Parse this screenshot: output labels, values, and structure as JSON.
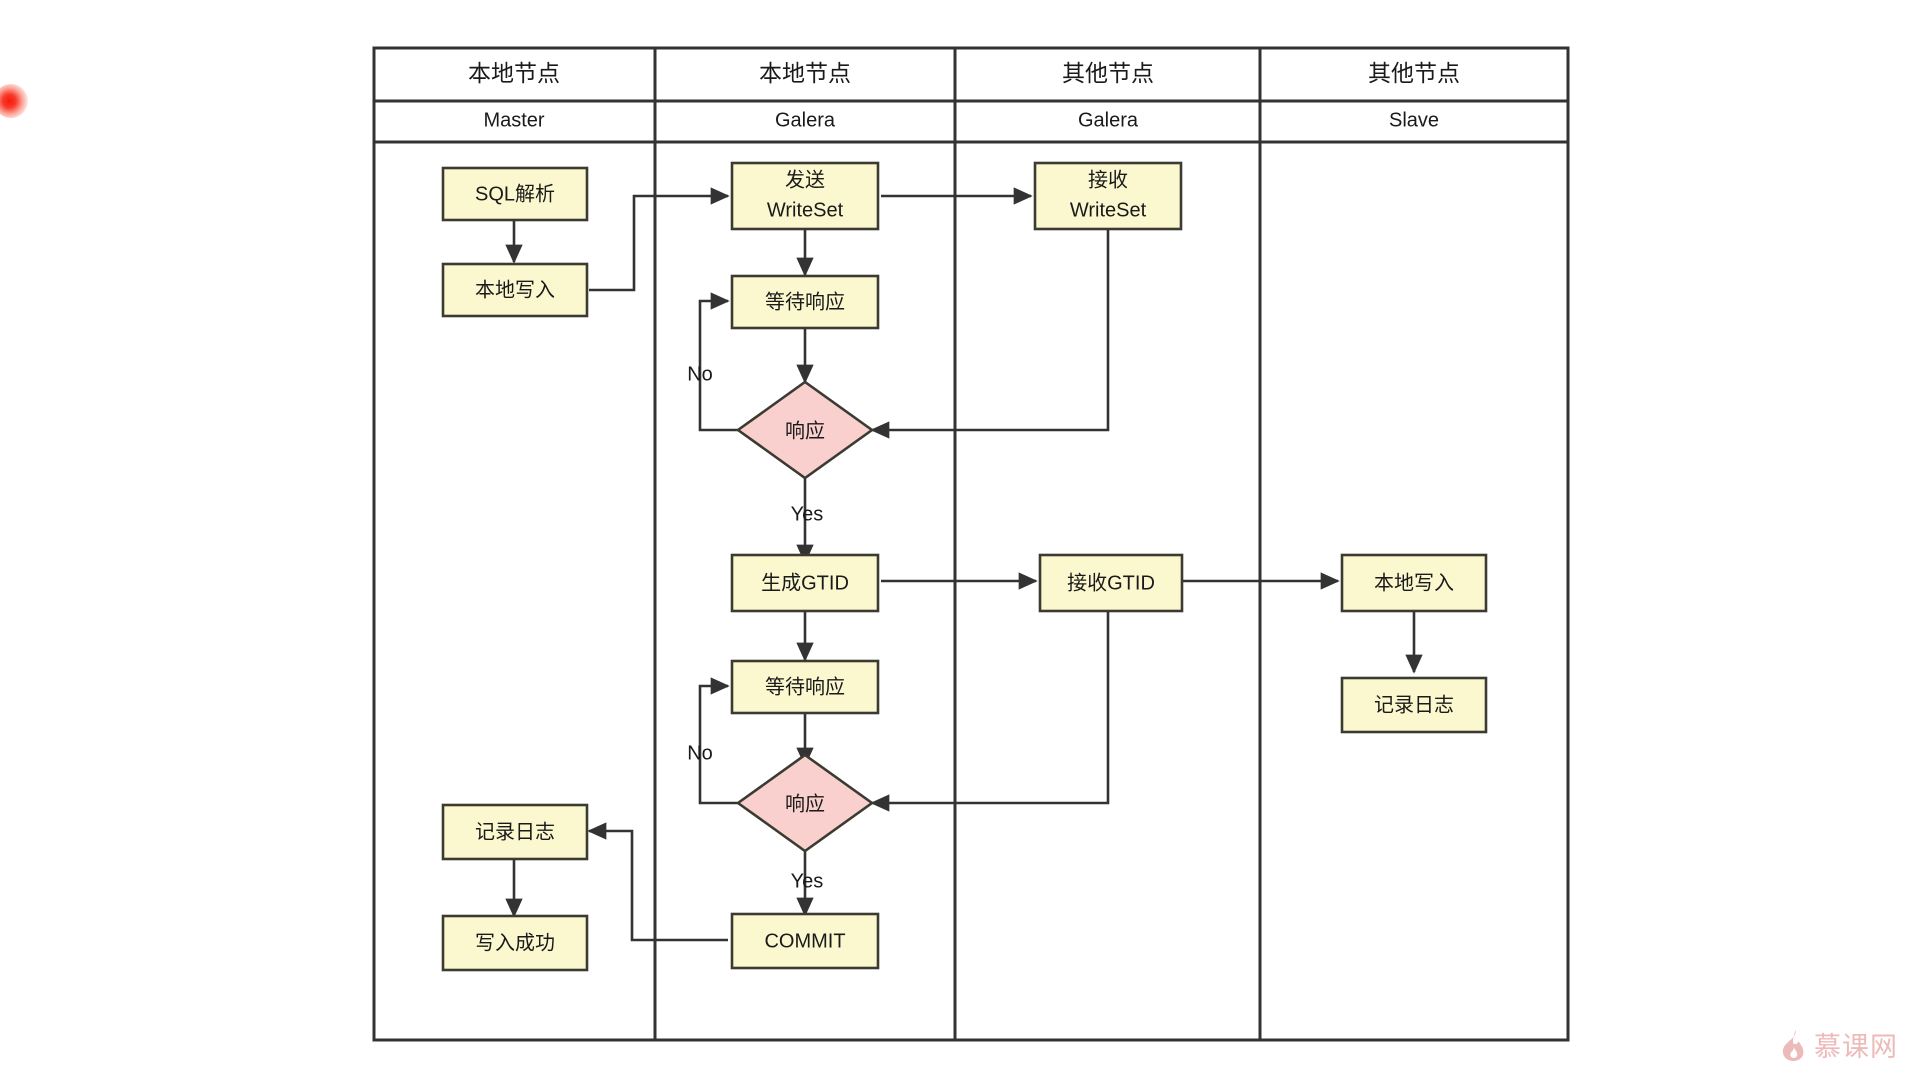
{
  "diagram": {
    "type": "swimlane-flowchart",
    "lanes": [
      {
        "id": "lane-master",
        "title": "本地节点",
        "subtitle": "Master"
      },
      {
        "id": "lane-galera-local",
        "title": "本地节点",
        "subtitle": "Galera"
      },
      {
        "id": "lane-galera-other",
        "title": "其他节点",
        "subtitle": "Galera"
      },
      {
        "id": "lane-slave",
        "title": "其他节点",
        "subtitle": "Slave"
      }
    ],
    "nodes": [
      {
        "id": "sql-parse",
        "label": "SQL解析",
        "shape": "rect",
        "lane": "lane-master"
      },
      {
        "id": "local-write-master",
        "label": "本地写入",
        "shape": "rect",
        "lane": "lane-master"
      },
      {
        "id": "send-writeset",
        "label": "发送\nWriteSet",
        "line1": "发送",
        "line2": "WriteSet",
        "shape": "rect",
        "lane": "lane-galera-local"
      },
      {
        "id": "recv-writeset",
        "label": "接收\nWriteSet",
        "line1": "接收",
        "line2": "WriteSet",
        "shape": "rect",
        "lane": "lane-galera-other"
      },
      {
        "id": "wait-response-1",
        "label": "等待响应",
        "shape": "rect",
        "lane": "lane-galera-local"
      },
      {
        "id": "decision-response-1",
        "label": "响应",
        "shape": "diamond",
        "lane": "lane-galera-local"
      },
      {
        "id": "gen-gtid",
        "label": "生成GTID",
        "shape": "rect",
        "lane": "lane-galera-local"
      },
      {
        "id": "recv-gtid",
        "label": "接收GTID",
        "shape": "rect",
        "lane": "lane-galera-other"
      },
      {
        "id": "local-write-slave",
        "label": "本地写入",
        "shape": "rect",
        "lane": "lane-slave"
      },
      {
        "id": "log-slave",
        "label": "记录日志",
        "shape": "rect",
        "lane": "lane-slave"
      },
      {
        "id": "wait-response-2",
        "label": "等待响应",
        "shape": "rect",
        "lane": "lane-galera-local"
      },
      {
        "id": "decision-response-2",
        "label": "响应",
        "shape": "diamond",
        "lane": "lane-galera-local"
      },
      {
        "id": "log-master",
        "label": "记录日志",
        "shape": "rect",
        "lane": "lane-master"
      },
      {
        "id": "write-success",
        "label": "写入成功",
        "shape": "rect",
        "lane": "lane-master"
      },
      {
        "id": "commit",
        "label": "COMMIT",
        "shape": "rect",
        "lane": "lane-galera-local"
      }
    ],
    "edge_labels": {
      "no_1": "No",
      "yes_1": "Yes",
      "no_2": "No",
      "yes_2": "Yes"
    },
    "colors": {
      "node_fill": "#fbf8cf",
      "node_stroke": "#3b3b32",
      "decision_fill": "#f9d0cd",
      "lane_stroke": "#333333",
      "background": "#ffffff",
      "watermark": "#e2918f",
      "marker_dot": "#f41b0a"
    }
  },
  "watermark": {
    "text": "慕课网",
    "icon": "flame-icon"
  }
}
